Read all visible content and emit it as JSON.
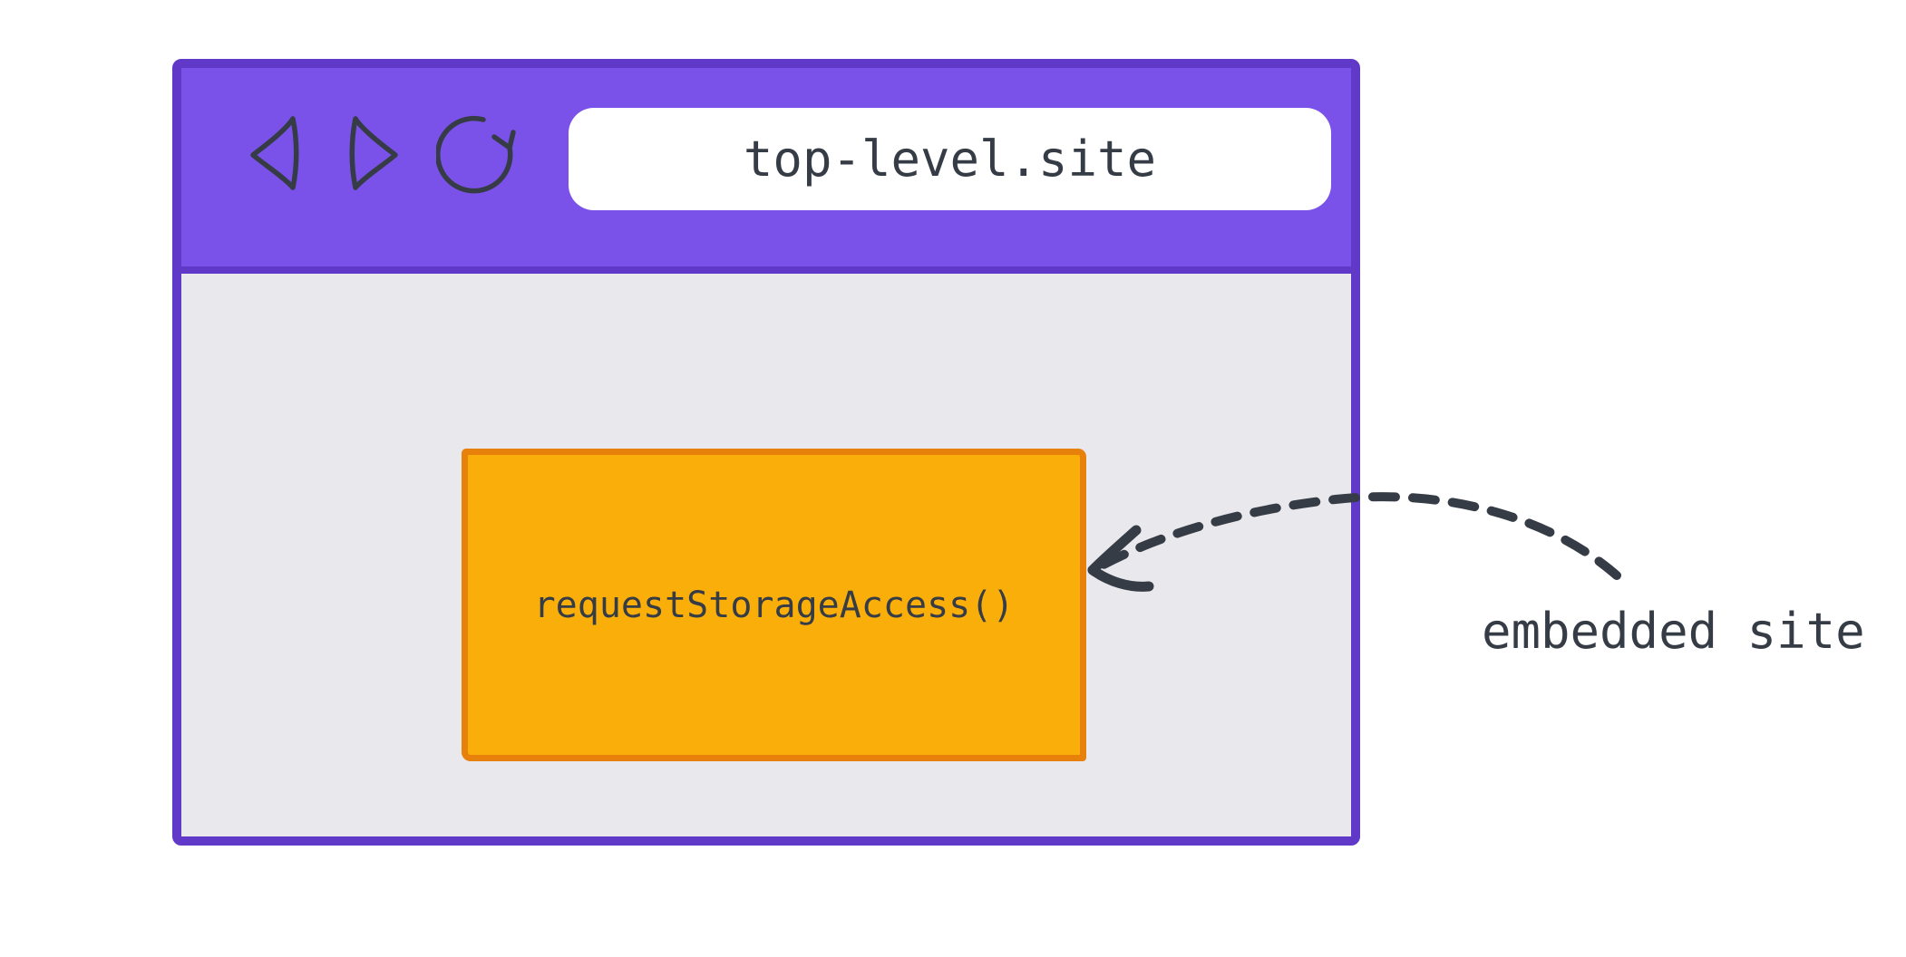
{
  "browser": {
    "url": "top-level.site",
    "toolbar": {
      "icons": [
        "back-icon",
        "forward-icon",
        "refresh-icon"
      ]
    }
  },
  "frame": {
    "label": "requestStorageAccess()"
  },
  "annotation": {
    "label": "embedded site"
  },
  "colors": {
    "toolbar_fill": "#7b52e9",
    "window_border": "#6139c8",
    "content_bg": "#e9e8ec",
    "frame_fill": "#faae0a",
    "frame_border": "#e8800c",
    "ink": "#363c46",
    "address_bar_bg": "#ffffff",
    "page_bg": "#ffffff"
  }
}
